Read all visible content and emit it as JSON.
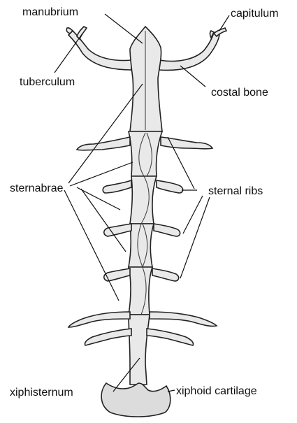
{
  "diagram": {
    "labels": {
      "manubrium": "manubrium",
      "capitulum": "capitulum",
      "tuberculum": "tuberculum",
      "costal_bone": "costal bone",
      "sternabrae": "sternabrae",
      "sternal_ribs": "sternal ribs",
      "xiphisternum": "xiphisternum",
      "xiphoid_cartilage": "xiphoid cartilage"
    },
    "colors": {
      "bone_fill": "#e9e9e9",
      "outline": "#222222",
      "background": "#ffffff"
    }
  }
}
